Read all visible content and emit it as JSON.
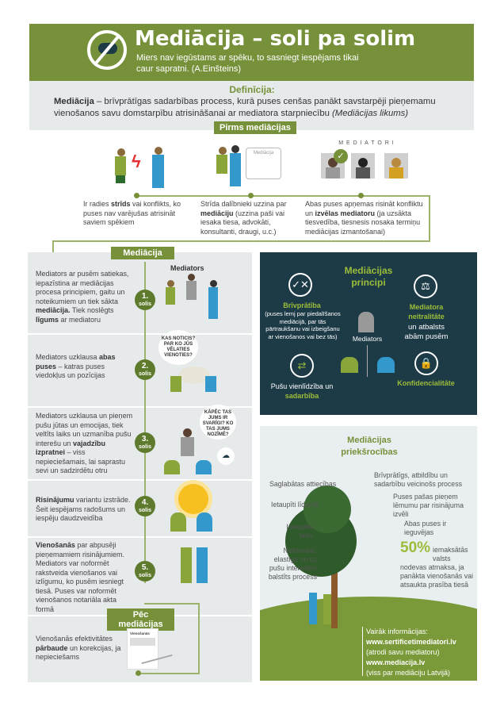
{
  "header": {
    "title": "Mediācija – soli pa solim",
    "quote": "Miers nav iegūstams ar spēku, to sasniegt iespējams tikai caur sapratni. (A.Einšteins)",
    "logo_icon": "no-storm-icon"
  },
  "definition": {
    "heading": "Definīcija:",
    "term": "Mediācija",
    "text": " – brīvprātīgas sadarbības process, kurā puses cenšas panākt savstarpēji pieņemamu vienošanos savu domstarpību atrisināšanai ar mediatora starpniecību ",
    "source": "(Mediācijas likums)"
  },
  "before": {
    "tag": "Pirms mediācijas",
    "card_label": "Mediācija",
    "mediators_label": "M E D I A T O R I",
    "steps": [
      {
        "a": "Ir radies ",
        "b": "strīds",
        "c": " vai konflikts, ko puses nav varējušas atrisināt saviem spēkiem"
      },
      {
        "a": "Strīda dalībnieki uzzina par ",
        "b": "mediāciju",
        "c": " (uzzina paši vai iesaka tiesa, advokāti, konsultanti, draugi, u.c.)"
      },
      {
        "a": "Abas puses apņemas risināt konfliktu un ",
        "b": "izvēlas mediatoru",
        "c": " (ja uzsākta tiesvedība, tiesnesis nosaka termiņu mediācijas izmantošanai)"
      }
    ]
  },
  "mediation": {
    "tag": "Mediācija",
    "mediator_label": "Mediators",
    "bubble2": "KAS NOTICIS? PAR KO JŪS VĒLATIES VIENOTIES?",
    "bubble3": "KĀPĒC TAS JUMS IR SVARĪGI? KO TAS JUMS NOZĪMĒ?",
    "steps": [
      {
        "num": "1.",
        "word": "solis",
        "parts": [
          [
            "Mediators ar pusēm satiekas, iepazīstina ar mediācijas procesa principiem, gaitu un noteikumiem un tiek sākta ",
            0
          ],
          [
            "mediācija.",
            1
          ],
          [
            " Tiek noslēgts ",
            0
          ],
          [
            "līgums",
            1
          ],
          [
            " ar mediatoru",
            0
          ]
        ]
      },
      {
        "num": "2.",
        "word": "solis",
        "parts": [
          [
            "Mediators uzklausa ",
            0
          ],
          [
            "abas puses",
            1
          ],
          [
            " – katras puses viedokļus un pozīcijas",
            0
          ]
        ]
      },
      {
        "num": "3.",
        "word": "solis",
        "parts": [
          [
            "Mediators uzklausa un pieņem pušu jūtas un emocijas, tiek veltīts laiks un uzmanība pušu interešu un ",
            0
          ],
          [
            "vajadzību izpratnei",
            1
          ],
          [
            " – viss nepieciešamais, lai saprastu sevi un sadzirdētu otru",
            0
          ]
        ]
      },
      {
        "num": "4.",
        "word": "solis",
        "parts": [
          [
            "Risinājumu",
            1
          ],
          [
            " variantu izstrāde. Šeit iespējams radošums un iespēju daudzveidība",
            0
          ]
        ]
      },
      {
        "num": "5.",
        "word": "solis",
        "parts": [
          [
            "Vienošanās",
            1
          ],
          [
            " par abpusēji pieņemamiem risinājumiem. Mediators var noformēt rakstveida vienošanos vai izlīgumu, ko pusēm iesniegt tiesā. Puses var noformēt vienošanos notariāla akta formā",
            0
          ]
        ]
      }
    ]
  },
  "after": {
    "tag": "Pēc mediācijas",
    "doc_label": "Vienošanās",
    "a": "Vienošanās efektivitātes ",
    "b": "pārbaude",
    "c": " un korekcijas, ja nepieciešams"
  },
  "principles": {
    "title": "Mediācijas principi",
    "mediator": "Mediators",
    "p1_title": "Brīvprātība",
    "p1_text": "(puses lemj par piedalīšanos mediācijā, par tās pārtraukšanu vai izbeigšanu ar vienošanos vai bez tās)",
    "p2_title": "Mediatora neitralitāte",
    "p2_text": "un atbalsts abām pusēm",
    "p3_a": "Pušu vienlīdzība un ",
    "p3_b": "sadarbība",
    "p4_title": "Konfidencialitāte"
  },
  "benefits": {
    "title": "Mediācijas priekšrocības",
    "left": [
      "Saglabātas attiecības",
      "Ietaupīti līdzekļi",
      "Ietaupīts laiks",
      "Neformāls, elastīgs un uz pušu interesēm balstīts process"
    ],
    "right": [
      "Brīvprātīgs, atbildību un sadarbību veicinošs process",
      "Puses pašas pieņem lēmumu par risinājuma izvēli",
      "Abas puses ir ieguvējas"
    ],
    "percent": "50%",
    "percent_text": "iemaksātās valsts nodevas atmaksa, ja panākta vienošanās vai atsaukta prasība tiesā"
  },
  "info": {
    "label": "Vairāk informācijas:",
    "link1": "www.sertificetimediatori.lv",
    "link1_note": "(atrodi savu mediatoru)",
    "link2": "www.mediacija.lv",
    "link2_note": "(viss par mediāciju Latvijā)"
  }
}
